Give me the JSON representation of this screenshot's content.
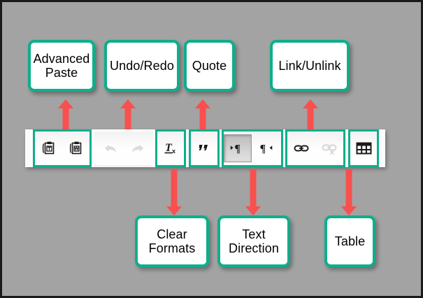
{
  "figure": {
    "background_color": "#a3a3a3",
    "border_color": "#1a1a1a",
    "accent_color": "#0fae8b",
    "arrow_color": "#f8504e"
  },
  "toolbar": {
    "name": "editor-toolbar",
    "background_color": "#fbfbfb",
    "groups": [
      {
        "id": "advanced-paste",
        "highlighted": true,
        "buttons": [
          {
            "id": "paste-as-text",
            "icon": "clipboard-text-icon",
            "state": "enabled"
          },
          {
            "id": "paste-from-word",
            "icon": "clipboard-word-icon",
            "state": "enabled"
          }
        ]
      },
      {
        "id": "undo-redo",
        "highlighted": false,
        "buttons": [
          {
            "id": "undo",
            "icon": "undo-arrow-icon",
            "state": "disabled"
          },
          {
            "id": "redo",
            "icon": "redo-arrow-icon",
            "state": "disabled"
          }
        ]
      },
      {
        "id": "clear-formats",
        "highlighted": true,
        "buttons": [
          {
            "id": "remove-format",
            "icon": "clear-formatting-icon",
            "state": "enabled"
          }
        ]
      },
      {
        "id": "quote",
        "highlighted": true,
        "buttons": [
          {
            "id": "block-quote",
            "icon": "quote-marks-icon",
            "state": "enabled"
          }
        ]
      },
      {
        "id": "text-direction",
        "highlighted": true,
        "buttons": [
          {
            "id": "direction-ltr",
            "icon": "paragraph-ltr-icon",
            "state": "pressed"
          },
          {
            "id": "direction-rtl",
            "icon": "paragraph-rtl-icon",
            "state": "enabled"
          }
        ]
      },
      {
        "id": "link-unlink",
        "highlighted": true,
        "buttons": [
          {
            "id": "insert-link",
            "icon": "link-icon",
            "state": "enabled"
          },
          {
            "id": "remove-link",
            "icon": "unlink-icon",
            "state": "disabled"
          }
        ]
      },
      {
        "id": "table",
        "highlighted": true,
        "buttons": [
          {
            "id": "insert-table",
            "icon": "table-grid-icon",
            "state": "enabled"
          }
        ]
      }
    ]
  },
  "callouts": [
    {
      "id": "advanced-paste",
      "line1": "Advanced",
      "line2": "Paste",
      "arrow": "up"
    },
    {
      "id": "undo-redo",
      "line1": "Undo/Redo",
      "line2": "",
      "arrow": "up"
    },
    {
      "id": "quote",
      "line1": "Quote",
      "line2": "",
      "arrow": "up"
    },
    {
      "id": "link-unlink",
      "line1": "Link/Unlink",
      "line2": "",
      "arrow": "up"
    },
    {
      "id": "clear-formats",
      "line1": "Clear",
      "line2": "Formats",
      "arrow": "down"
    },
    {
      "id": "text-direction",
      "line1": "Text",
      "line2": "Direction",
      "arrow": "down"
    },
    {
      "id": "table",
      "line1": "Table",
      "line2": "",
      "arrow": "down"
    }
  ]
}
